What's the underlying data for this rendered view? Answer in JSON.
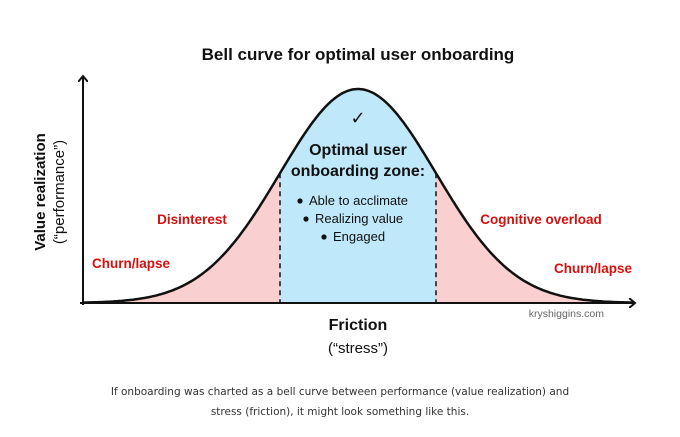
{
  "title": "Bell curve for optimal user onboarding",
  "y_axis": {
    "line1": "Value realization",
    "line2": "(“performance”)"
  },
  "x_axis": {
    "line1": "Friction",
    "line2": "(“stress”)"
  },
  "zone": {
    "check_glyph": "✓",
    "title_line1": "Optimal user",
    "title_line2": "onboarding zone:",
    "bullets": [
      "Able to acclimate",
      "Realizing value",
      "Engaged"
    ]
  },
  "left_labels": {
    "upper": "Disinterest",
    "lower": "Churn/lapse"
  },
  "right_labels": {
    "upper": "Cognitive overload",
    "lower": "Churn/lapse"
  },
  "credit": "kryshiggins.com",
  "caption": {
    "line1": "If onboarding was charted as a bell curve between performance (value realization) and",
    "line2": "stress (friction), it might look something like this."
  },
  "colors": {
    "zone_fill": "#bfe9fb",
    "side_fill": "#f9cfcf",
    "label_red": "#d60f0f",
    "ink": "#111111"
  }
}
